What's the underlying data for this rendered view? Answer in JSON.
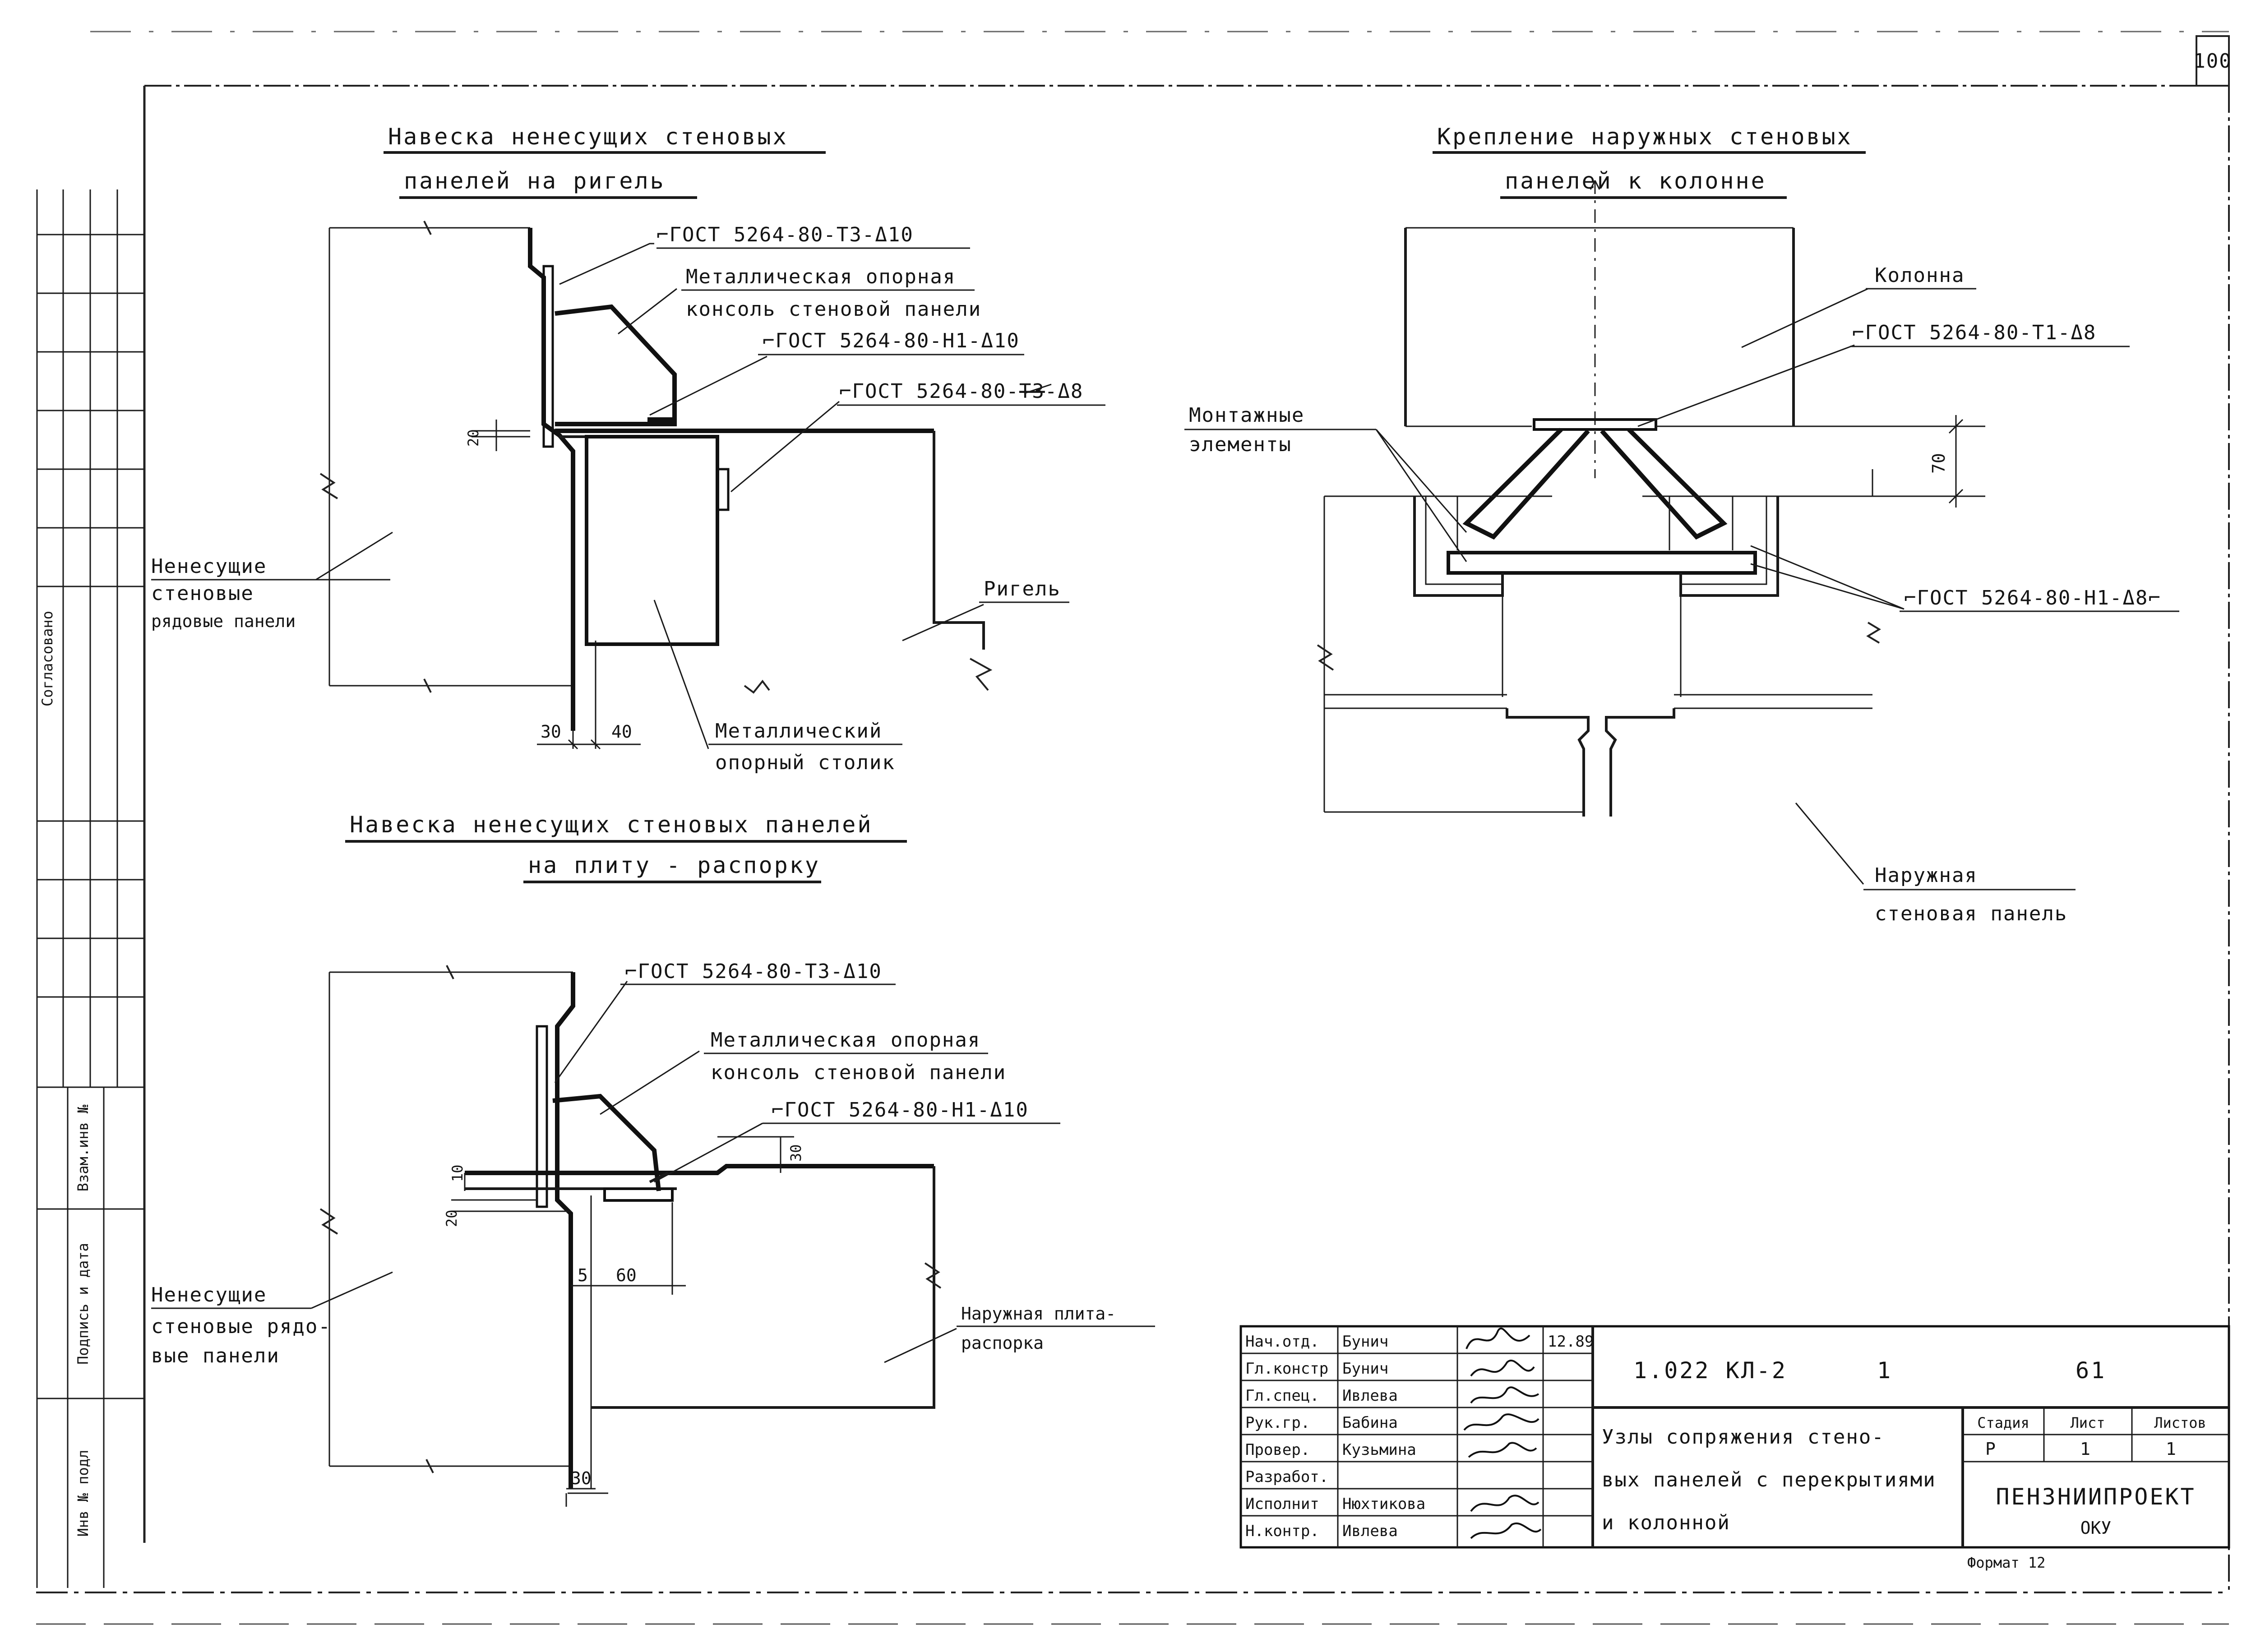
{
  "sheet": {
    "page_number": "100",
    "format": "Формат 12",
    "side_label": "Согласовано"
  },
  "side_stamp": [
    "Взам.инв №",
    "Подпись и дата",
    "Инв № подл"
  ],
  "top_left": {
    "title_line1": "Навеска ненесущих стеновых",
    "title_line2": "панелей на ригель",
    "weld_top": "⌐ГОСТ 5264-80-Т3-Δ10",
    "console_l1": "Металлическая опорная",
    "console_l2": "консоль стеновой панели",
    "weld_mid": "⌐ГОСТ 5264-80-Н1-Δ10",
    "weld_low": "⌐ГОСТ 5264-80-",
    "weld_low_strike": "Т3",
    "weld_low_end": "-Δ8",
    "panels_l1": "Ненесущие",
    "panels_l2": "стеновые",
    "panels_l3": "рядовые панели",
    "rigel": "Ригель",
    "table_l1": "Металлический",
    "table_l2": "опорный столик",
    "dim_20": "20",
    "dim_30": "30",
    "dim_40": "40"
  },
  "bottom_left": {
    "title_line1": "Навеска ненесущих стеновых панелей",
    "title_line2": "на плиту - распорку",
    "weld_top": "⌐ГОСТ 5264-80-Т3-Δ10",
    "console_l1": "Металлическая опорная",
    "console_l2": "консоль стеновой панели",
    "weld_mid": "⌐ГОСТ 5264-80-Н1-Δ10",
    "panels_l1": "Ненесущие",
    "panels_l2": "стеновые рядо-",
    "panels_l3": "вые панели",
    "slab_l1": "Наружная плита-",
    "slab_l2": "распорка",
    "dim_10": "10",
    "dim_20": "20",
    "dim_30_top": "30",
    "dim_5": "5",
    "dim_60": "60",
    "dim_30_bot": "30"
  },
  "right": {
    "title_line1": "Крепление наружных стеновых",
    "title_line2": "панелей к колонне",
    "column": "Колонна",
    "weld_top": "⌐ГОСТ 5264-80-Т1-Δ8",
    "mounting_l1": "Монтажные",
    "mounting_l2": "элементы",
    "dim_70": "70",
    "weld_bot": "⌐ГОСТ 5264-80-Н1-Δ8⌐",
    "panel_l1": "Наружная",
    "panel_l2": "стеновая панель"
  },
  "title_block": {
    "rows": [
      {
        "role": "Нач.отд.",
        "name": "Бунич"
      },
      {
        "role": "Гл.констр",
        "name": "Бунич"
      },
      {
        "role": "Гл.спец.",
        "name": "Ивлева"
      },
      {
        "role": "Рук.гр.",
        "name": "Бабина"
      },
      {
        "role": "Провер.",
        "name": "Кузьмина"
      },
      {
        "role": "Разработ.",
        "name": ""
      },
      {
        "role": "Исполнит",
        "name": "Нюхтикова"
      },
      {
        "role": "Н.контр.",
        "name": "Ивлева"
      }
    ],
    "date": "12.89",
    "code": "1.022 КЛ-2",
    "issue": "1",
    "sheet_code": "61",
    "desc_l1": "Узлы сопряжения стено-",
    "desc_l2": "вых панелей с перекрытиями",
    "desc_l3": "и колонной",
    "hdr_stage": "Стадия",
    "hdr_sheet": "Лист",
    "hdr_sheets": "Листов",
    "stage": "Р",
    "sheet": "1",
    "sheets": "1",
    "org_l1": "ПЕНЗНИИПРОЕКТ",
    "org_l2": "ОКУ"
  }
}
